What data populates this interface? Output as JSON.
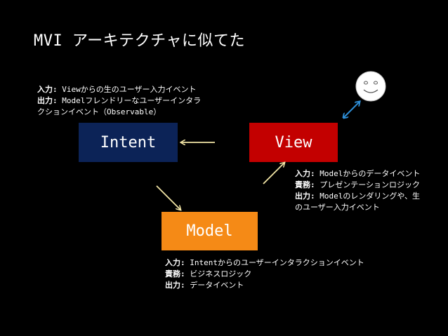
{
  "title": "MVI アーキテクチャに似てた",
  "intent_note": {
    "line1_label": "入力:",
    "line1_text": " Viewからの生のユーザー入力イベント",
    "line2_label": "出力:",
    "line2_text": " Modelフレンドリーなユーザーインタラ",
    "line3_text": "クションイベント（Observable）"
  },
  "view_note": {
    "line1_label": "入力:",
    "line1_text": " Modelからのデータイベント",
    "line2_label": "責務:",
    "line2_text": " プレゼンテーションロジック",
    "line3_label": "出力:",
    "line3_text": " Modelのレンダリングや、生",
    "line4_text": "のユーザー入力イベント"
  },
  "model_note": {
    "line1_label": "入力:",
    "line1_text": " Intentからのユーザーインタラクションイベント",
    "line2_label": "責務:",
    "line2_text": " ビジネスロジック",
    "line3_label": "出力:",
    "line3_text": " データイベント"
  },
  "boxes": {
    "intent": "Intent",
    "view": "View",
    "model": "Model"
  },
  "colors": {
    "background": "#000000",
    "intent_box": "#0c2357",
    "view_box": "#c30000",
    "model_box": "#f58a16",
    "arrow": "#f3e6a6",
    "user_link": "#2e8fd8",
    "smiley_face": "#ffffff"
  }
}
